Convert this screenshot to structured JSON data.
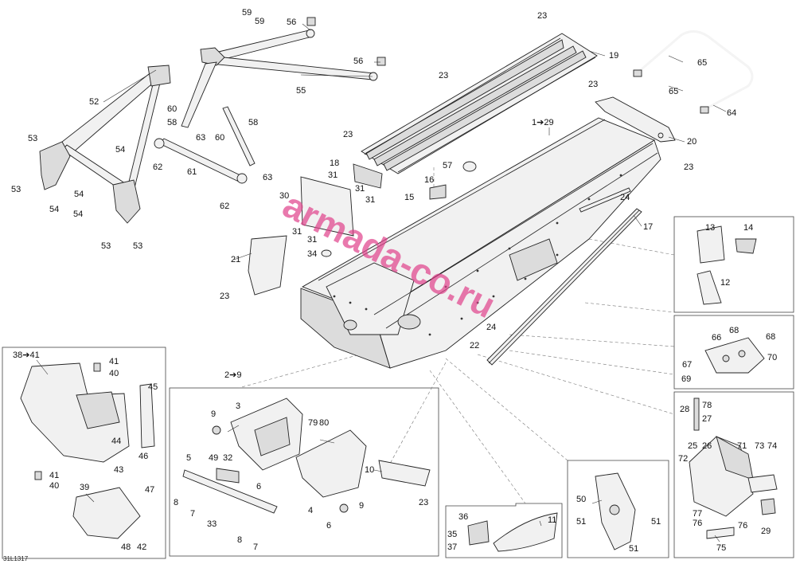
{
  "diagram": {
    "watermark": "armada-co.ru",
    "drawing_code": "31L1317",
    "callouts": {
      "c59a": "59",
      "c59b": "59",
      "c56a": "56",
      "c56b": "56",
      "c55": "55",
      "c52": "52",
      "c60a": "60",
      "c58a": "58",
      "c63a": "63",
      "c60b": "60",
      "c58b": "58",
      "c62a": "62",
      "c61": "61",
      "c63b": "63",
      "c62b": "62",
      "c53a": "53",
      "c53b": "53",
      "c53c": "53",
      "c53d": "53",
      "c54a": "54",
      "c54b": "54",
      "c54c": "54",
      "c54d": "54",
      "c23a": "23",
      "c19": "19",
      "c23b": "23",
      "c65a": "65",
      "c65b": "65",
      "c64": "64",
      "c23c": "23",
      "c20": "20",
      "c23d": "23",
      "c23e": "23",
      "c1_29": "1➔29",
      "c18": "18",
      "c31a": "31",
      "c31b": "31",
      "c31c": "31",
      "c31d": "31",
      "c31e": "31",
      "c30": "30",
      "c57": "57",
      "c16": "16",
      "c15": "15",
      "c24a": "24",
      "c17": "17",
      "c34": "34",
      "c21": "21",
      "c23f": "23",
      "c24b": "24",
      "c22": "22",
      "c13": "13",
      "c14": "14",
      "c12": "12",
      "c66": "66",
      "c68a": "68",
      "c68b": "68",
      "c67": "67",
      "c70": "70",
      "c69": "69",
      "c38_41": "38➔41",
      "c41a": "41",
      "c40a": "40",
      "c45": "45",
      "c44": "44",
      "c46": "46",
      "c43": "43",
      "c41b": "41",
      "c40b": "40",
      "c39": "39",
      "c47": "47",
      "c48": "48",
      "c42": "42",
      "c2_9": "2➔9",
      "c3": "3",
      "c9a": "9",
      "c79": "79",
      "c80": "80",
      "c5": "5",
      "c49": "49",
      "c32": "32",
      "c6a": "6",
      "c8a": "8",
      "c7a": "7",
      "c33": "33",
      "c10": "10",
      "c23g": "23",
      "c4": "4",
      "c9b": "9",
      "c6b": "6",
      "c8b": "8",
      "c7b": "7",
      "c36": "36",
      "c35": "35",
      "c37": "37",
      "c11": "11",
      "c50": "50",
      "c51a": "51",
      "c51b": "51",
      "c51c": "51",
      "c28": "28",
      "c78": "78",
      "c27": "27",
      "c25": "25",
      "c26": "26",
      "c71": "71",
      "c73": "73",
      "c74": "74",
      "c72": "72",
      "c77": "77",
      "c76a": "76",
      "c76b": "76",
      "c29": "29",
      "c75": "75"
    }
  }
}
